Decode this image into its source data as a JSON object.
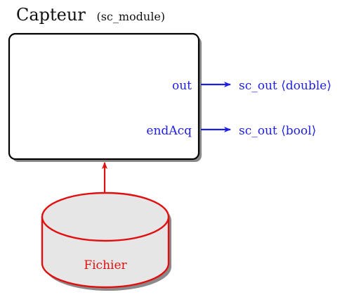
{
  "module": {
    "name": "Capteur",
    "kind": "(sc_module)"
  },
  "ports": [
    {
      "name": "out",
      "type": "sc_out ⟨double⟩"
    },
    {
      "name": "endAcq",
      "type": "sc_out ⟨bool⟩"
    }
  ],
  "file": {
    "label": "Fichier"
  },
  "colors": {
    "port": "#1f1fe0",
    "file": "#e01010",
    "file_fill": "#e6e6e6",
    "box_stroke": "#000000",
    "shadow": "#8a8a8a"
  }
}
